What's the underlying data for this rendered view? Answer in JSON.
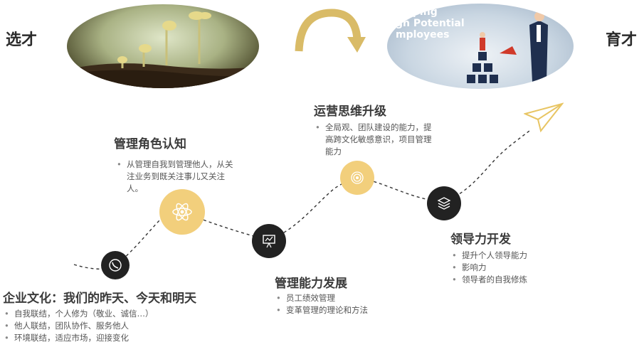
{
  "side_labels": {
    "left": "选才",
    "right": "育才"
  },
  "banner": {
    "text": "eloping\ngh Potential\nmployees"
  },
  "stages": [
    {
      "title": "企业文化：我们的昨天、今天和明天",
      "bullets": [
        "自我联结，个人修为（敬业、诚信…）",
        "他人联结，团队协作、服务他人",
        "环境联结，适应市场，迎接变化"
      ],
      "icon": "phone-icon"
    },
    {
      "title": "管理角色认知",
      "bullets": [
        "从管理自我到管理他人，从关注业务到既关注事儿又关注人。"
      ],
      "icon": "atom-icon"
    },
    {
      "title": "管理能力发展",
      "bullets": [
        "员工绩效管理",
        "变革管理的理论和方法"
      ],
      "icon": "presentation-icon"
    },
    {
      "title": "运营思维升级",
      "bullets": [
        "全局观、团队建设的能力，提高跨文化敏感意识，项目管理能力"
      ],
      "icon": "target-icon"
    },
    {
      "title": "领导力开发",
      "bullets": [
        "提升个人领导能力",
        "影响力",
        "领导者的自我修炼"
      ],
      "icon": "layers-icon"
    }
  ],
  "colors": {
    "gold": "#f2cf7c",
    "dark": "#222222",
    "path": "#333333"
  }
}
